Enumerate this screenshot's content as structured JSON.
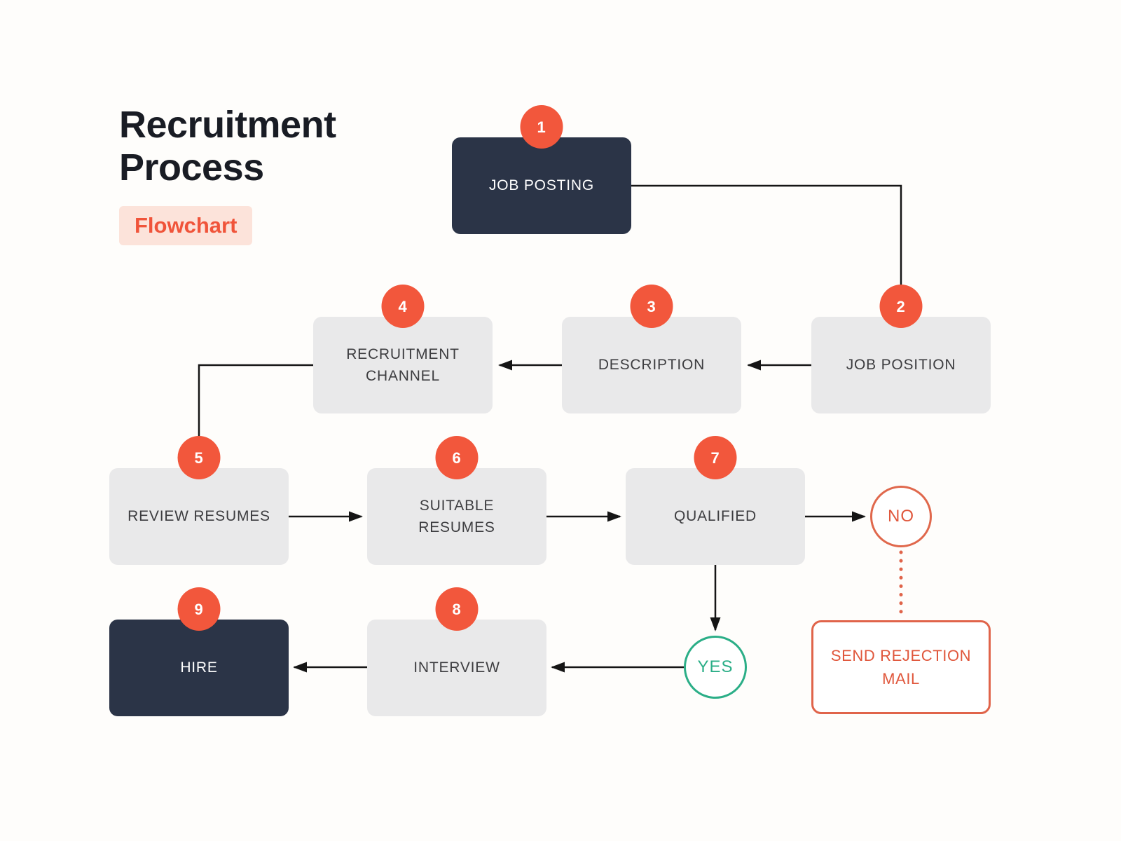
{
  "header": {
    "title": "Recruitment Process",
    "badge": "Flowchart"
  },
  "nodes": [
    {
      "number": "1",
      "label": "JOB POSTING"
    },
    {
      "number": "2",
      "label": "JOB POSITION"
    },
    {
      "number": "3",
      "label": "DESCRIPTION"
    },
    {
      "number": "4",
      "label": "RECRUITMENT CHANNEL"
    },
    {
      "number": "5",
      "label": "REVIEW RESUMES"
    },
    {
      "number": "6",
      "label": "SUITABLE RESUMES"
    },
    {
      "number": "7",
      "label": "QUALIFIED"
    },
    {
      "number": "8",
      "label": "INTERVIEW"
    },
    {
      "number": "9",
      "label": "HIRE"
    }
  ],
  "decisions": [
    {
      "label": "NO"
    },
    {
      "label": "YES"
    }
  ],
  "terminal": {
    "label": "SEND REJECTION MAIL"
  },
  "colors": {
    "accent_orange": "#F2573C",
    "dark_navy": "#2B3447",
    "light_gray": "#E9E9EA",
    "green": "#2BAE87",
    "badge_bg": "#FCE3DA",
    "arrow": "#151515"
  }
}
